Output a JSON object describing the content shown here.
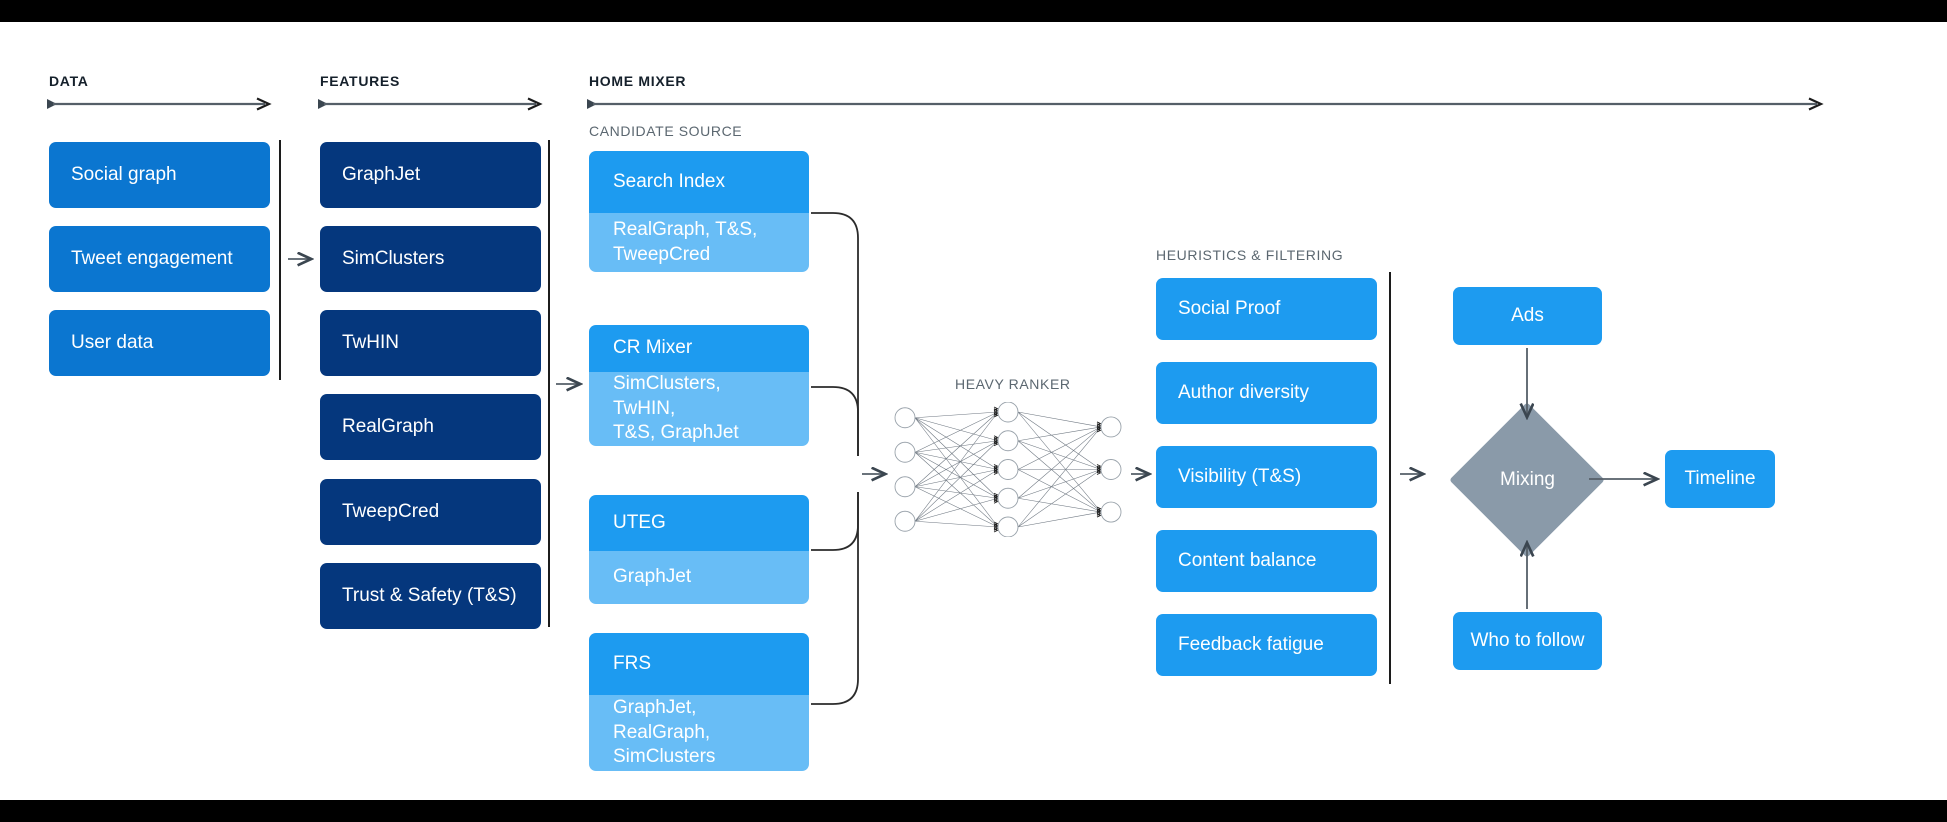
{
  "sections": {
    "data": {
      "title": "DATA"
    },
    "features": {
      "title": "FEATURES"
    },
    "home_mixer": {
      "title": "HOME MIXER"
    },
    "candidate_source": {
      "title": "CANDIDATE SOURCE"
    },
    "heavy_ranker": {
      "title": "HEAVY RANKER"
    },
    "heuristics": {
      "title": "HEURISTICS & FILTERING"
    }
  },
  "data_boxes": [
    {
      "label": "Social graph"
    },
    {
      "label": "Tweet engagement"
    },
    {
      "label": "User data"
    }
  ],
  "feature_boxes": [
    {
      "label": "GraphJet"
    },
    {
      "label": "SimClusters"
    },
    {
      "label": "TwHIN"
    },
    {
      "label": "RealGraph"
    },
    {
      "label": "TweepCred"
    },
    {
      "label": "Trust & Safety (T&S)"
    }
  ],
  "candidate_sources": [
    {
      "name": "Search Index",
      "features": "RealGraph, T&S,\nTweepCred"
    },
    {
      "name": "CR Mixer",
      "features": "SimClusters, TwHIN,\nT&S, GraphJet"
    },
    {
      "name": "UTEG",
      "features": "GraphJet"
    },
    {
      "name": "FRS",
      "features": "GraphJet, RealGraph,\nSimClusters"
    }
  ],
  "heuristics_boxes": [
    {
      "label": "Social Proof"
    },
    {
      "label": "Author diversity"
    },
    {
      "label": "Visibility (T&S)"
    },
    {
      "label": "Content balance"
    },
    {
      "label": "Feedback fatigue"
    }
  ],
  "output_stage": {
    "ads": "Ads",
    "who_to_follow": "Who to follow",
    "mixing": "Mixing",
    "timeline": "Timeline"
  },
  "neural_net": {
    "input_nodes": 4,
    "hidden_nodes": 5,
    "output_nodes": 3
  },
  "colors": {
    "data_blue": "#0b76d0",
    "feature_navy": "#05377d",
    "candidate_head": "#1d9bf0",
    "candidate_body": "#68bdf6",
    "heuristic_blue": "#1d9bf0",
    "mixing_gray": "#8a9aa9",
    "rule_dark": "#1c1c1c",
    "label_gray": "#5b6770",
    "background": "#ffffff",
    "letterbox": "#000000"
  }
}
